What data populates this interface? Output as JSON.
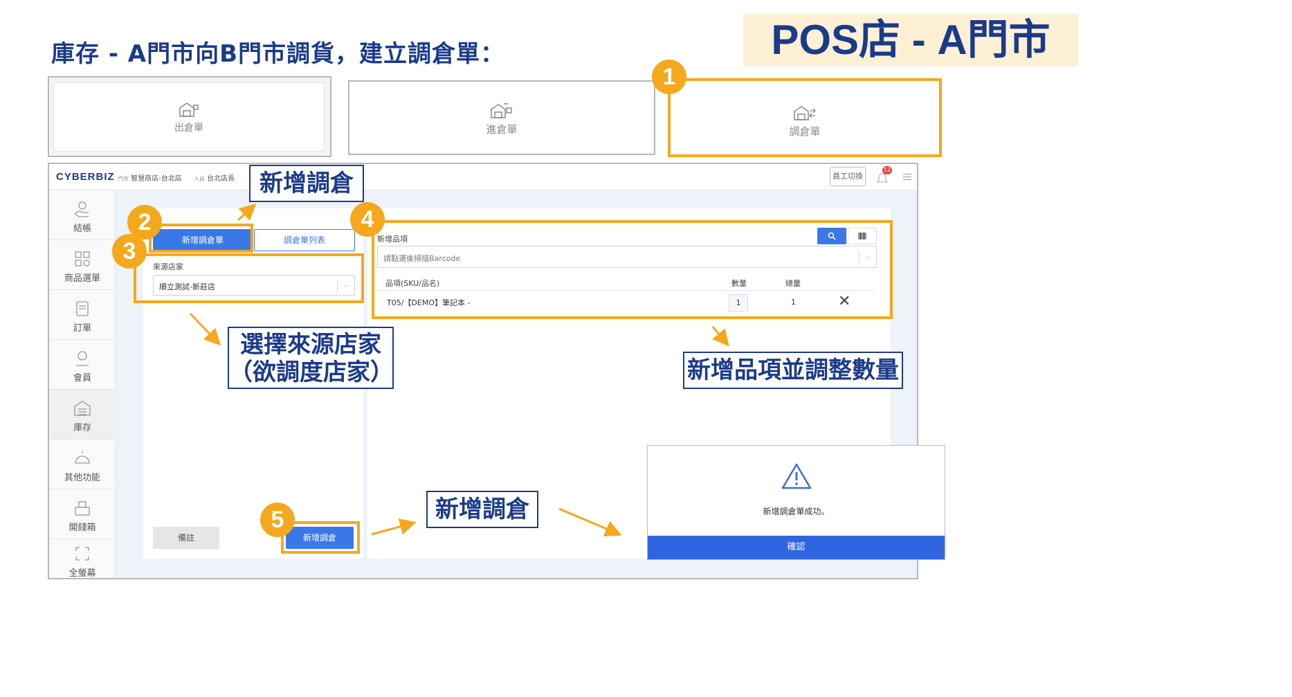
{
  "slide": {
    "heading": "庫存 - A門市向B門市調貨，建立調倉單：",
    "corner_title": "POS店 - A門市"
  },
  "top_cards": [
    {
      "label": "出倉單",
      "icon": "warehouse-out-icon"
    },
    {
      "label": "進倉單",
      "icon": "warehouse-in-icon"
    },
    {
      "label": "調倉單",
      "icon": "warehouse-transfer-icon"
    }
  ],
  "badges": [
    "1",
    "2",
    "3",
    "4",
    "5"
  ],
  "callouts": {
    "add_transfer_top": "新增調倉",
    "select_store_line1": "選擇來源店家",
    "select_store_line2": "（欲調度店家）",
    "add_items": "新增品項並調整數量",
    "add_transfer_bottom": "新增調倉"
  },
  "app": {
    "logo": "CYBERBIZ",
    "store_label": "門市",
    "store_name": "智慧商店-台北店",
    "staff_label": "人員",
    "staff_name": "台北店長",
    "switch_staff": "員工切換",
    "notification_count": "12",
    "sidebar": [
      {
        "label": "結帳",
        "icon": "checkout-icon"
      },
      {
        "label": "商品選單",
        "icon": "product-menu-icon"
      },
      {
        "label": "訂單",
        "icon": "order-icon"
      },
      {
        "label": "會員",
        "icon": "member-icon"
      },
      {
        "label": "庫存",
        "icon": "inventory-icon"
      },
      {
        "label": "其他功能",
        "icon": "other-functions-icon"
      },
      {
        "label": "開錢箱",
        "icon": "cash-drawer-icon"
      },
      {
        "label": "全螢幕",
        "icon": "fullscreen-icon"
      }
    ],
    "tabs": {
      "new_transfer": "新增調倉單",
      "transfer_list": "調倉單列表"
    },
    "source_store": {
      "label": "來源店家",
      "value": "順立測試-新莊店"
    },
    "add_item": {
      "label": "新增品項",
      "placeholder": "請點選後掃描Barcode",
      "columns": {
        "item": "品項(SKU/品名)",
        "qty": "數量",
        "total": "總量"
      },
      "rows": [
        {
          "item": "T05/【DEMO】筆記本 -",
          "qty": "1",
          "total": "1"
        }
      ]
    },
    "note_button": "備註",
    "submit_button": "新增調倉"
  },
  "dialog": {
    "message": "新增調倉單成功。",
    "confirm": "確認"
  },
  "colors": {
    "accent": "#f5a81c",
    "navy": "#1b3a8a",
    "primary": "#3a78e8",
    "highlight_bg": "#fdf0d5"
  }
}
